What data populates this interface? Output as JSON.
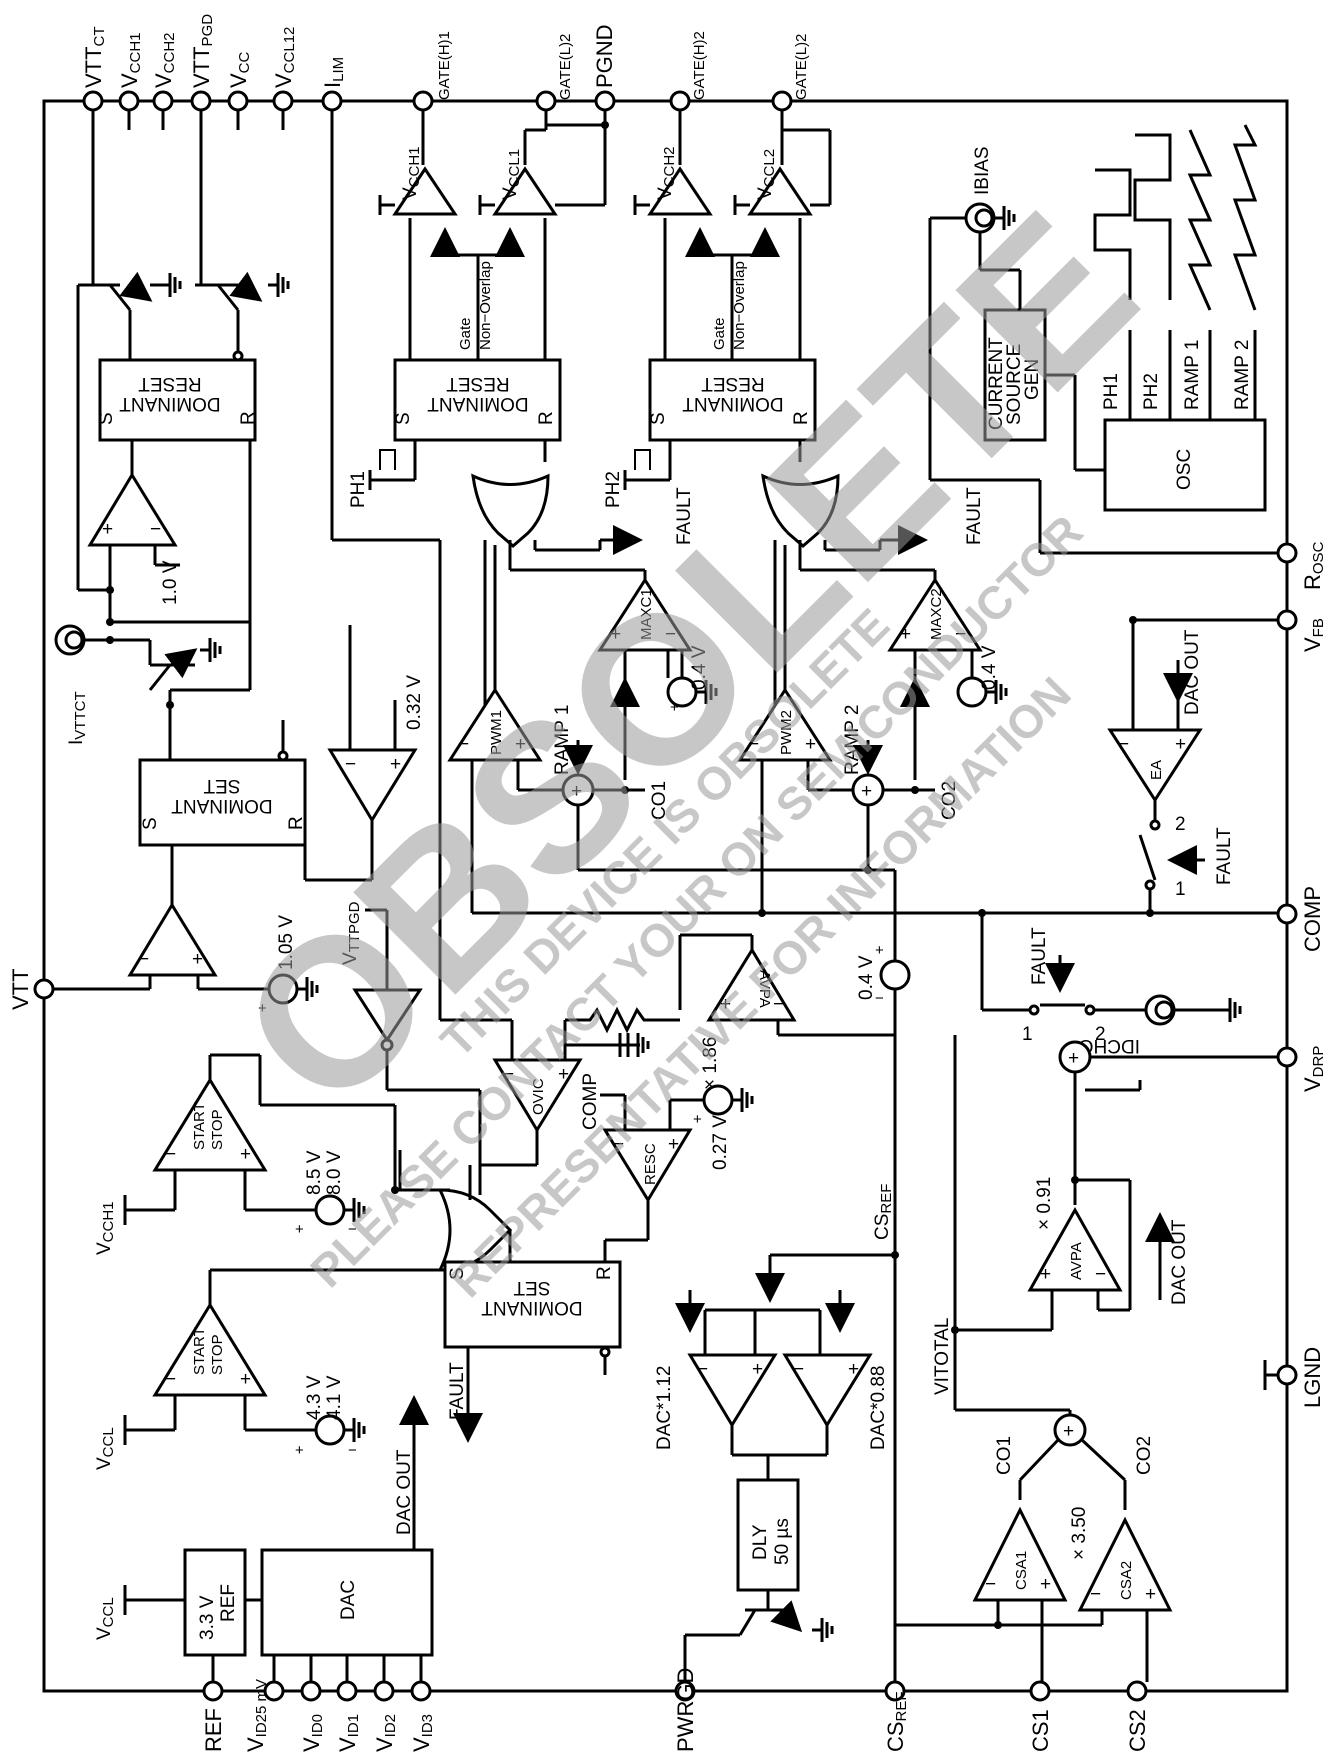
{
  "watermark": {
    "big": "OBSOLETE",
    "line1": "THIS DEVICE IS OBSOLETE",
    "line2": "PLEASE CONTACT YOUR ON SEMICONDUCTOR",
    "line3": "REPRESENTATIVE FOR INFORMATION"
  },
  "pins_top": {
    "vttct": "VTT",
    "vttct_sub": "CT",
    "vcch1": "V",
    "vcch1_sub": "CCH1",
    "vcch2": "V",
    "vcch2_sub": "CCH2",
    "vttpgd": "VTT",
    "vttpgd_sub": "PGD",
    "vcc": "V",
    "vcc_sub": "CC",
    "vccl12": "V",
    "vccl12_sub": "CCL12",
    "ilim": "I",
    "ilim_sub": "LIM",
    "gateh1": "GATE(H)1",
    "gatel2a": "GATE(L)2",
    "pgnd": "PGND",
    "gateh2": "GATE(H)2",
    "gatel2b": "GATE(L)2"
  },
  "pins_bottom": {
    "ref": "REF",
    "vid25": "V",
    "vid25_sub": "ID25 mV",
    "vid0": "V",
    "vid0_sub": "ID0",
    "vid1": "V",
    "vid1_sub": "ID1",
    "vid2": "V",
    "vid2_sub": "ID2",
    "vid3": "V",
    "vid3_sub": "ID3",
    "pwrgd": "PWRGD",
    "csref": "CS",
    "csref_sub": "REF",
    "cs1": "CS1",
    "cs2": "CS2"
  },
  "pins_left": {
    "vtt": "VTT"
  },
  "pins_right": {
    "rosc": "R",
    "rosc_sub": "OSC",
    "vfb": "V",
    "vfb_sub": "FB",
    "comp": "COMP",
    "vdrp": "V",
    "vdrp_sub": "DRP",
    "lgnd": "LGND"
  },
  "blocks": {
    "reset_dominant": "RESET",
    "dominant": "DOMINANT",
    "set": "SET",
    "s": "S",
    "r": "R",
    "dac": "DAC",
    "ref_a": "3.3 V",
    "ref_b": "REF",
    "dly_a": "DLY",
    "dly_b": "50 µs",
    "osc": "OSC",
    "csg_a": "CURRENT",
    "csg_b": "SOURCE",
    "csg_c": "GEN",
    "ph1": "PH1",
    "ph2": "PH2",
    "ramp1": "RAMP 1",
    "ramp2": "RAMP 2",
    "ibias": "IBIAS",
    "gate_a": "Gate",
    "gate_b": "Non−Overlap"
  },
  "amps": {
    "pwm1": "PWM1",
    "pwm2": "PWM2",
    "maxc1": "MAXC1",
    "maxc2": "MAXC2",
    "ea": "EA",
    "avpa": "AVPA",
    "ovic": "OVIC",
    "resc": "RESC",
    "csa1": "CSA1",
    "csa2": "CSA2",
    "start": "START",
    "stop": "STOP",
    "vcch1": "V",
    "vcch1_sub": "CCH1",
    "vccl1": "V",
    "vccl1_sub": "CCL1",
    "vcch2": "V",
    "vcch2_sub": "CCH2",
    "vccl2": "V",
    "vccl2_sub": "CCL2"
  },
  "labels": {
    "v_1_0": "1.0 V",
    "v_0_32": "0.32 V",
    "v_1_05": "1.05 V",
    "v_0_4a": "0.4 V",
    "v_0_4b": "0.4 V",
    "v_0_4c": "0.4 V",
    "v_0_27": "0.27 V",
    "v_8_5": "8.5 V",
    "v_8_0": "8.0 V",
    "v_4_3": "4.3 V",
    "v_4_1": "4.1 V",
    "ivttct": "I",
    "ivttct_sub": "VTTCT",
    "vttpgd": "V",
    "vttpgd_sub": "TTPGD",
    "vcch1": "V",
    "vcch1_sub": "CCH1",
    "vccl": "V",
    "vccl_sub": "CCL",
    "vccl_b": "V",
    "vccl_b_sub": "CCL",
    "ph1": "PH1",
    "ph2": "PH2",
    "fault1": "FAULT",
    "fault2": "FAULT",
    "fault3": "FAULT",
    "fault4": "FAULT",
    "fault5": "FAULT",
    "ramp1": "RAMP 1",
    "ramp2": "RAMP 2",
    "co1": "CO1",
    "co2": "CO2",
    "co1b": "CO1",
    "co2b": "CO2",
    "dac_out1": "DAC OUT",
    "dac_out2": "DAC OUT",
    "dac_out3": "DAC OUT",
    "comp": "COMP",
    "csref": "CS",
    "csref_sub": "REF",
    "x186": "× 1.86",
    "x091": "× 0.91",
    "x350": "× 3.50",
    "dac112": "DAC*1.12",
    "dac088": "DAC*0.88",
    "vitotal": "VITOTAL",
    "idchg": "IDCHG",
    "sw1": "1",
    "sw2": "2",
    "sw3": "1",
    "sw4": "2",
    "plus": "+",
    "minus": "−"
  }
}
